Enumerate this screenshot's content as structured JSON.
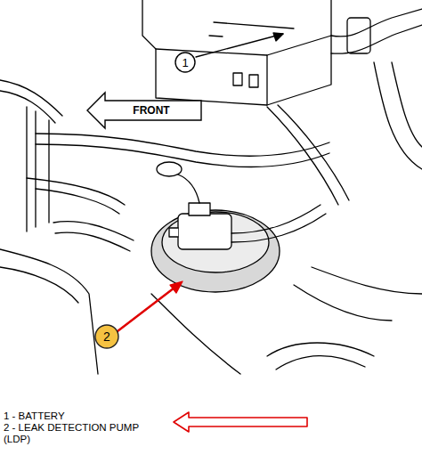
{
  "diagram": {
    "nodes": [
      {
        "text": [
          "FRONT"
        ]
      },
      {
        "text": [
          "1"
        ]
      },
      {
        "text": [
          "2"
        ]
      }
    ],
    "labels": [
      "1 - BATTERY",
      "2 - LEAK DETECTION PUMP (LDP)"
    ]
  }
}
